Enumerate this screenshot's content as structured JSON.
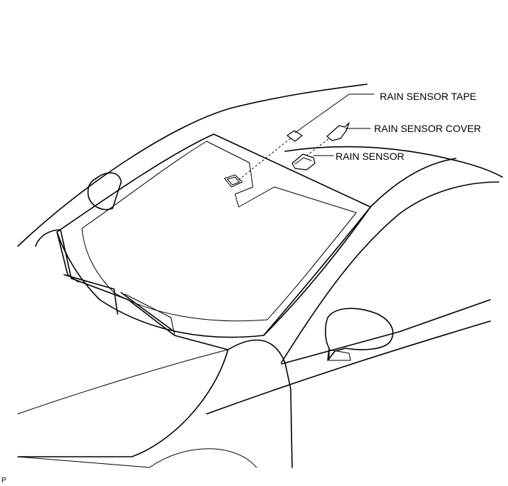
{
  "callouts": {
    "rain_sensor_tape": "RAIN SENSOR TAPE",
    "rain_sensor_cover": "RAIN SENSOR COVER",
    "rain_sensor": "RAIN SENSOR"
  },
  "corner_code": "P"
}
